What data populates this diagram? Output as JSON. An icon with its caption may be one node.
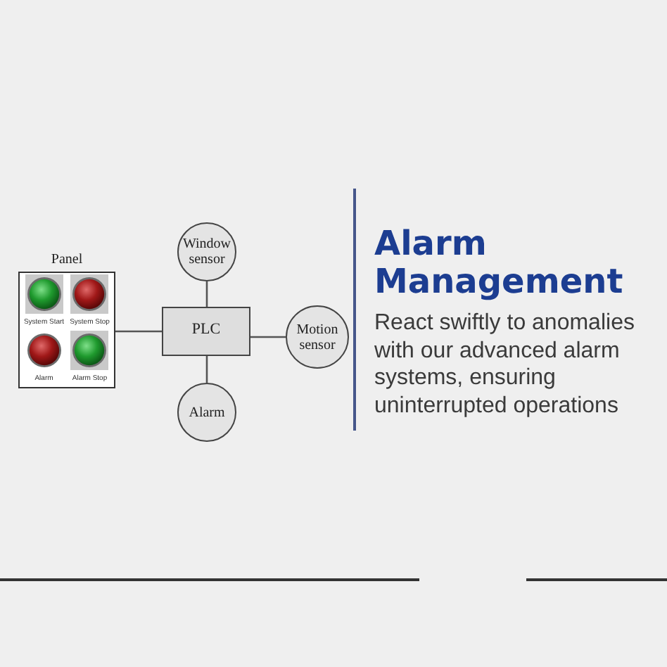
{
  "diagram": {
    "title": "Alarm Management",
    "nodes": [
      {
        "text": [
          "Panel"
        ]
      },
      {
        "text": [
          "Window sensor"
        ]
      },
      {
        "text": [
          "PLC"
        ]
      },
      {
        "text": [
          "Motion sensor"
        ]
      },
      {
        "text": [
          "Alarm"
        ]
      }
    ],
    "edges": [
      {
        "from": 0,
        "to": 2,
        "arrow": "none"
      },
      {
        "from": 2,
        "to": 1,
        "arrow": "none"
      },
      {
        "from": 2,
        "to": 3,
        "arrow": "none"
      },
      {
        "from": 2,
        "to": 4,
        "arrow": "none"
      }
    ],
    "labels": [
      "System Start",
      "System Stop",
      "Alarm",
      "Alarm Stop",
      "React swiftly to anomalies with our advanced alarm systems, ensuring uninterrupted operations"
    ]
  }
}
